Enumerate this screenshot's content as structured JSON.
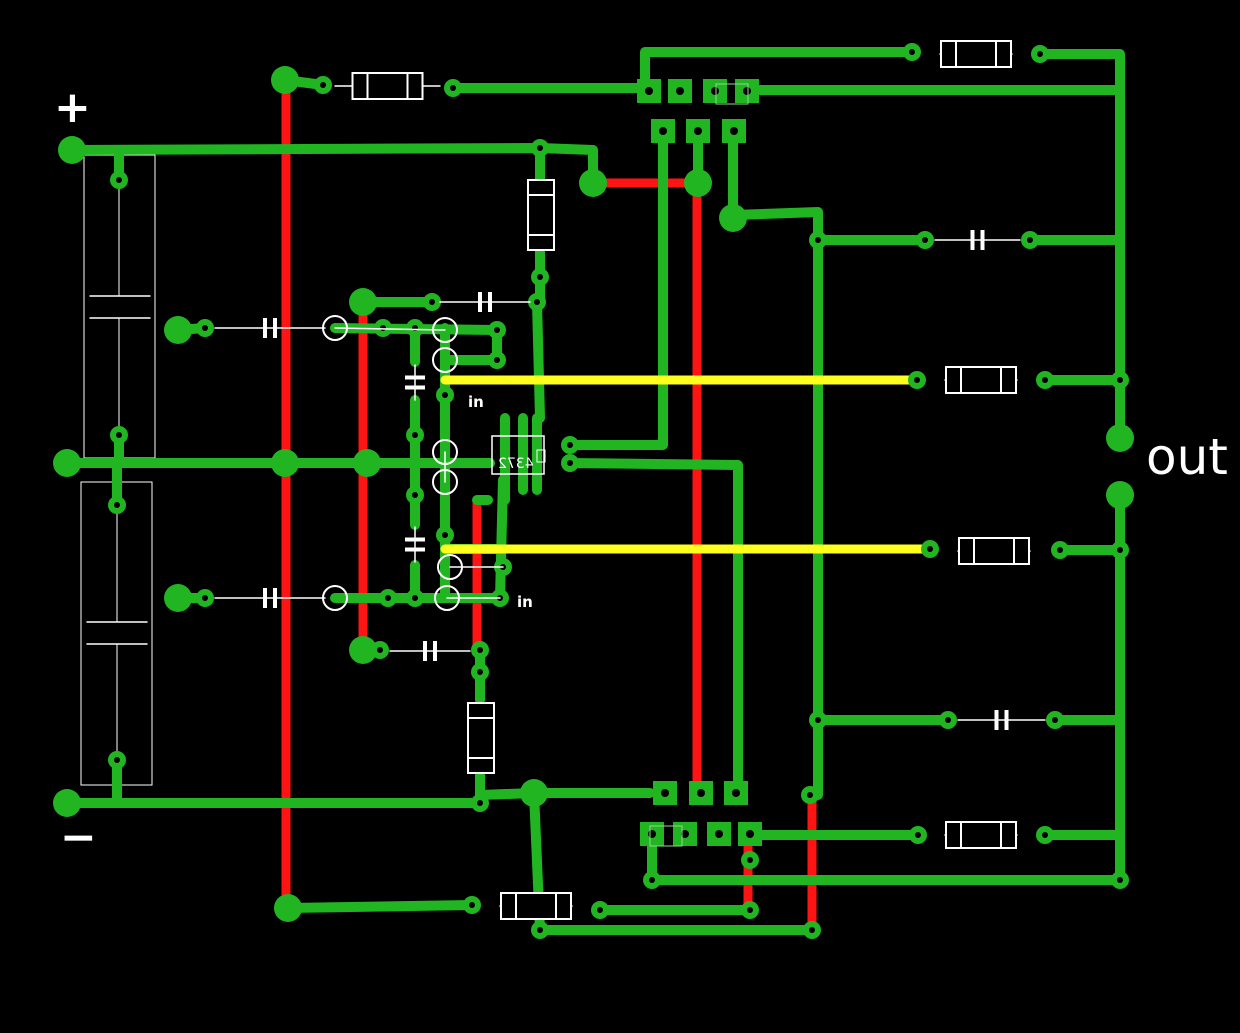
{
  "labels": {
    "plus": "+",
    "minus": "−",
    "out": "out",
    "in_top": "in",
    "in_bottom": "in",
    "ic_part": "4372"
  },
  "colors": {
    "background": "#000000",
    "copper_trace": "#22b522",
    "jumper_red": "#ff1414",
    "jumper_yellow": "#ffff1e",
    "silkscreen": "#ffffff"
  }
}
